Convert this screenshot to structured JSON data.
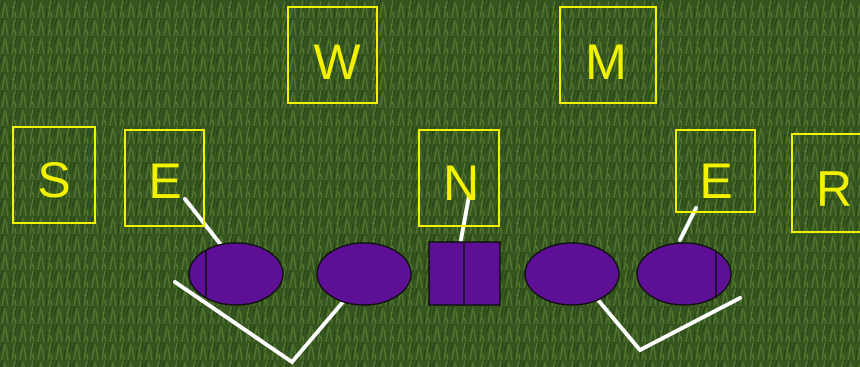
{
  "diagram": {
    "colors": {
      "field_base": "#35561f",
      "field_light": "#6e9440",
      "field_dark": "#1c3410",
      "label_box_border": "#f2f200",
      "label_text": "#f2f200",
      "lineman_fill": "#5d0f96",
      "lineman_stroke": "#111111",
      "assignment_line": "#ffffff"
    },
    "defenders": [
      {
        "id": "s",
        "label": "S"
      },
      {
        "id": "e-left",
        "label": "E"
      },
      {
        "id": "w",
        "label": "W"
      },
      {
        "id": "n",
        "label": "N"
      },
      {
        "id": "m",
        "label": "M"
      },
      {
        "id": "e-right",
        "label": "E"
      },
      {
        "id": "r",
        "label": "R"
      }
    ],
    "offensive_line": [
      {
        "id": "left-tackle",
        "shape": "ellipse"
      },
      {
        "id": "left-guard",
        "shape": "ellipse"
      },
      {
        "id": "center",
        "shape": "square"
      },
      {
        "id": "right-guard",
        "shape": "ellipse"
      },
      {
        "id": "right-tackle",
        "shape": "ellipse"
      }
    ],
    "assignments": [
      {
        "id": "e-left-to-tackle"
      },
      {
        "id": "left-tackle-guard-block"
      },
      {
        "id": "n-to-center"
      },
      {
        "id": "e-right-to-tackle"
      },
      {
        "id": "right-guard-tackle-block"
      }
    ]
  }
}
